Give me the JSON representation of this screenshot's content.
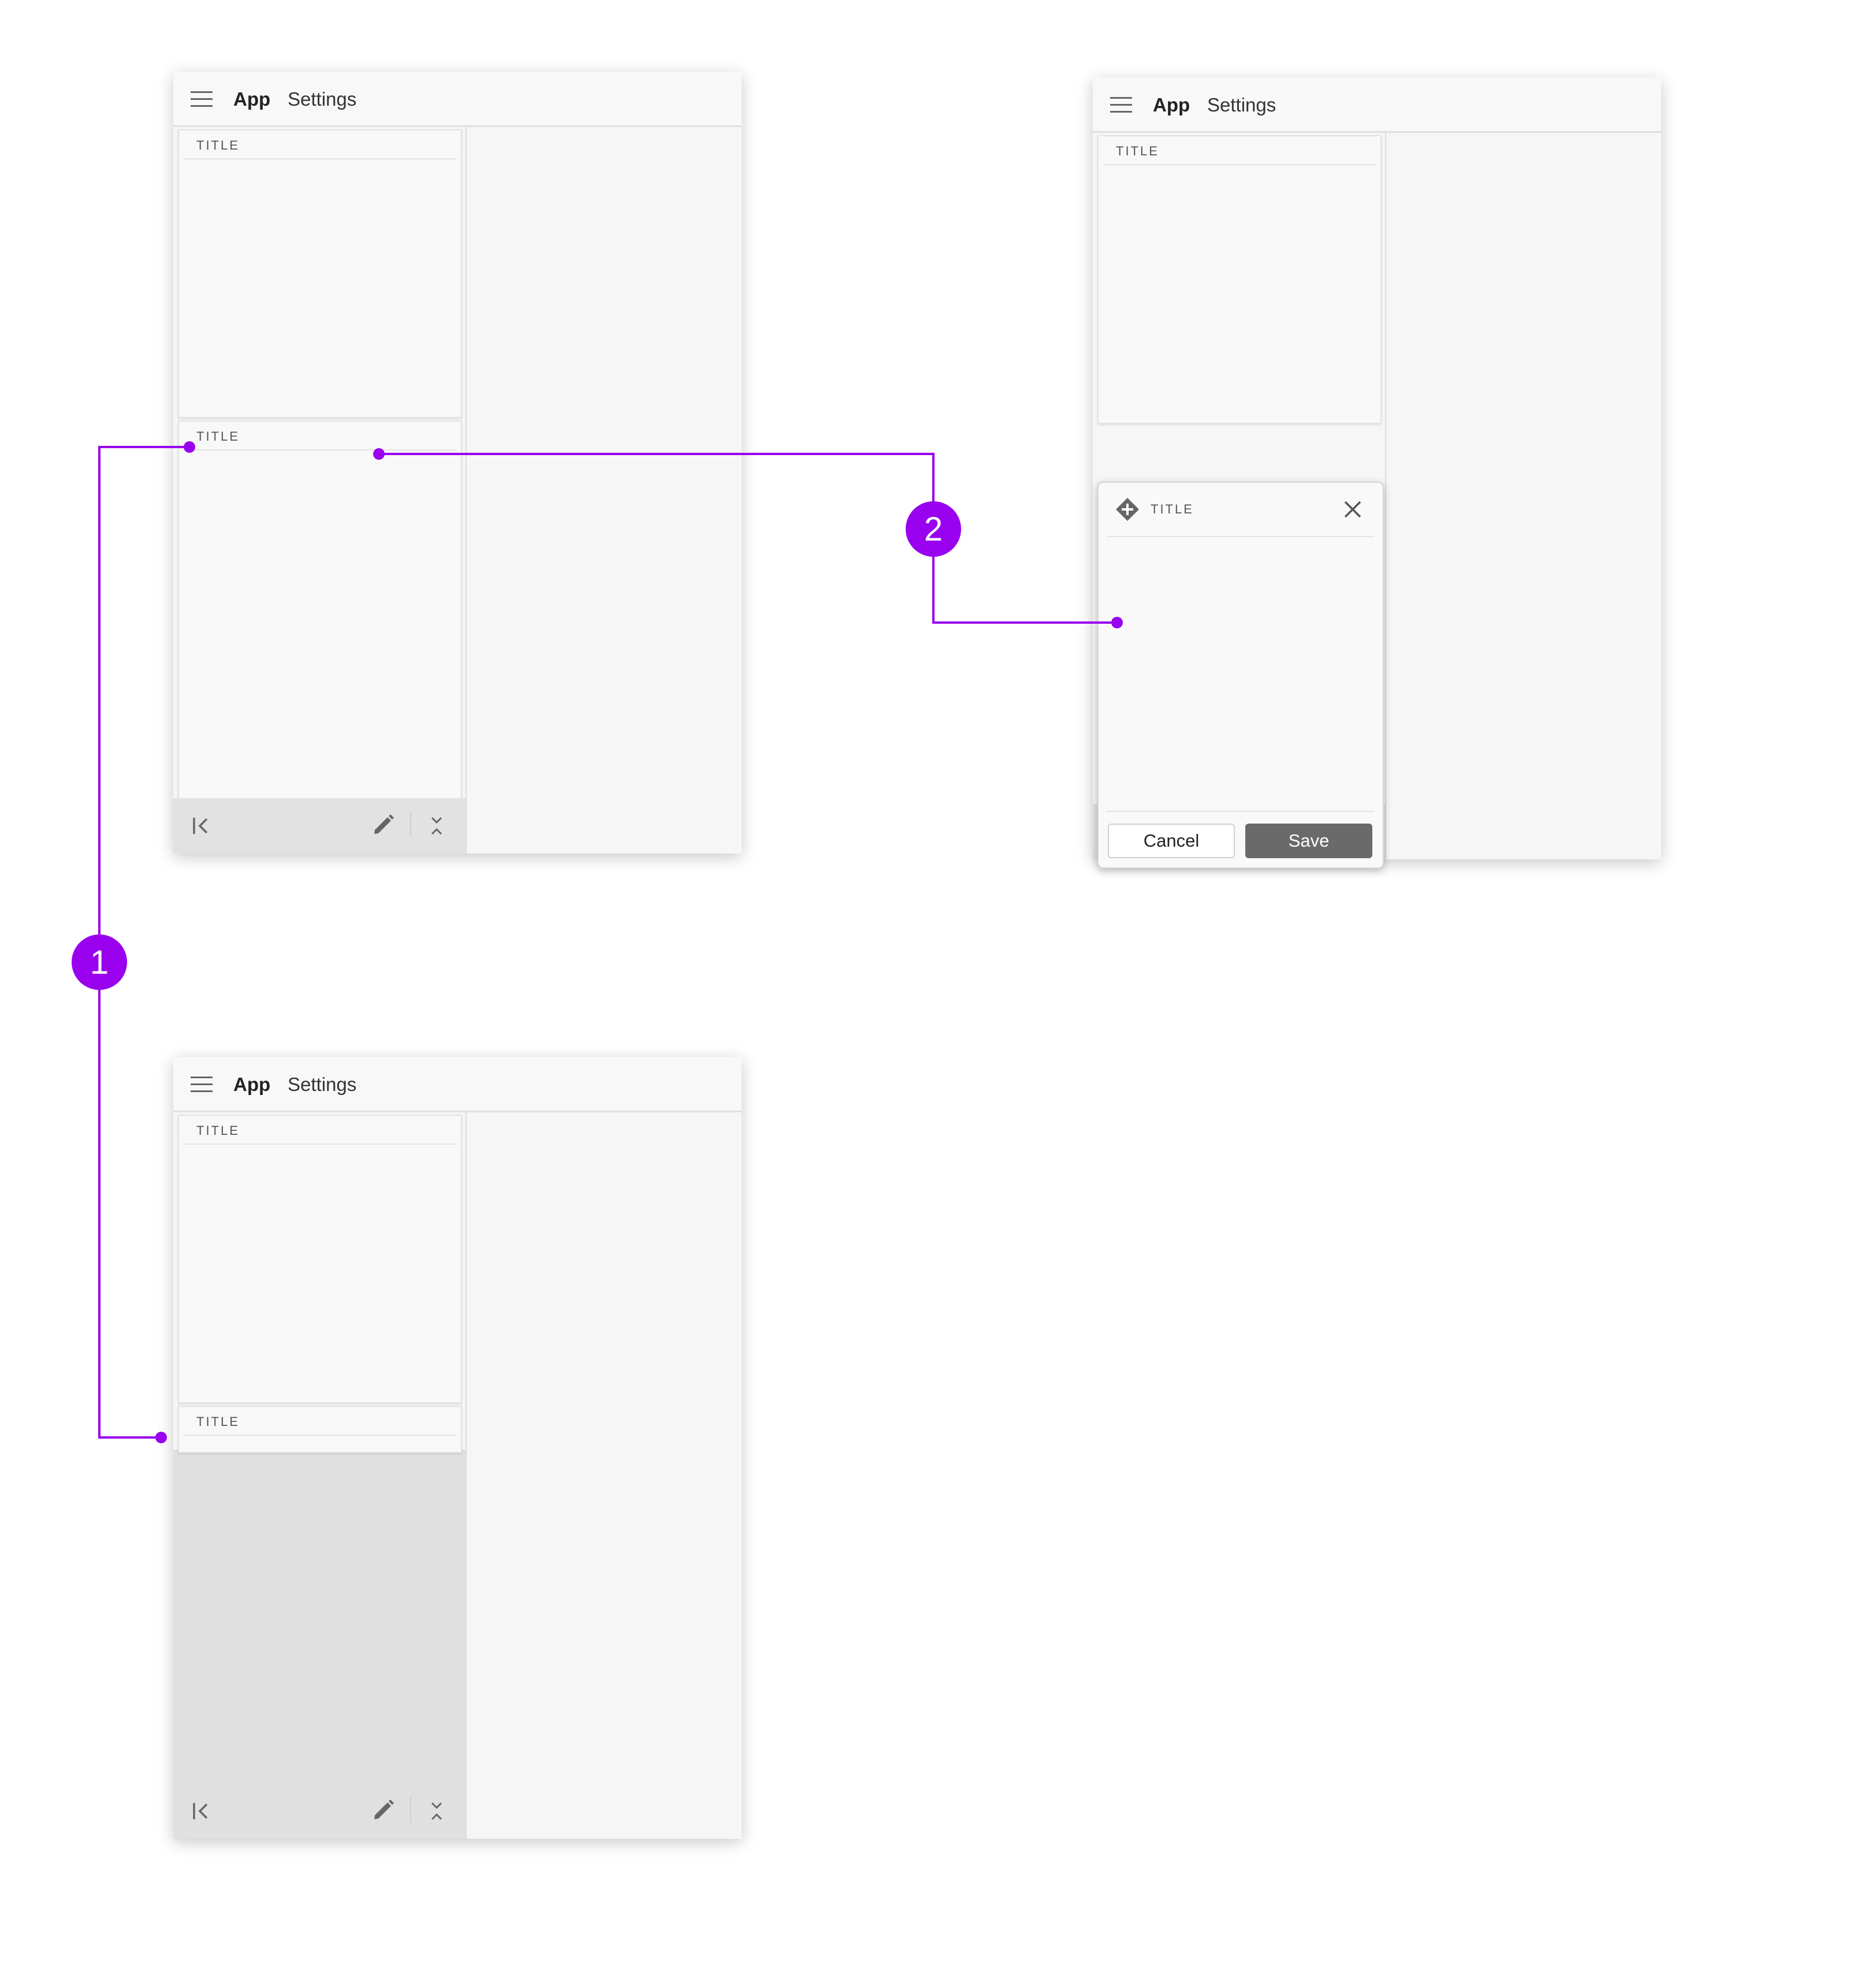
{
  "appbar": {
    "app_name": "App",
    "settings_label": "Settings"
  },
  "card_title": "TITLE",
  "dialog": {
    "title": "TITLE",
    "cancel_label": "Cancel",
    "save_label": "Save"
  },
  "annotations": [
    {
      "label": "1"
    },
    {
      "label": "2"
    }
  ],
  "colors": {
    "annotation": "#9900ee",
    "save_button": "#6a6a6a",
    "panel": "#f6f6f6",
    "footer": "#e2e2e2"
  },
  "icons": [
    "menu-icon",
    "collapse-left-icon",
    "edit-pencil-icon",
    "collapse-vertical-icon",
    "close-icon",
    "add-diamond-icon"
  ]
}
